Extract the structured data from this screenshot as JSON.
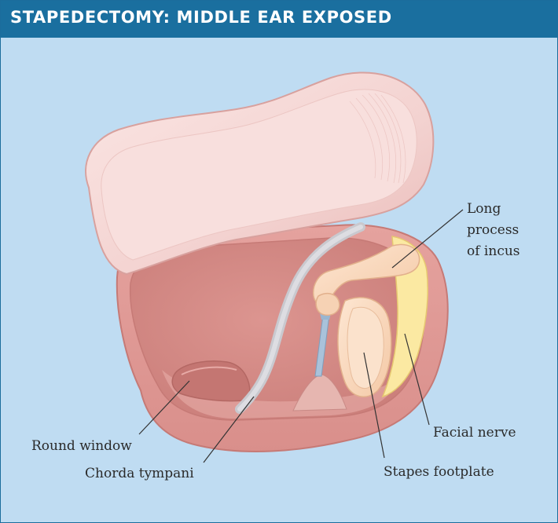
{
  "title": "STAPEDECTOMY: MIDDLE EAR EXPOSED",
  "labels": {
    "long_process_of_incus": [
      "Long",
      "process",
      "of incus"
    ],
    "facial_nerve": "Facial nerve",
    "round_window": "Round window",
    "chorda_tympani": "Chorda tympani",
    "stapes_footplate": "Stapes footplate"
  },
  "colors": {
    "title_bar": "#1a6f9f",
    "background": "#bfdcf2",
    "tissue": "#e9a8a4",
    "flap": "#f3d4d2",
    "ossicle": "#f9d9bf",
    "facial_nerve": "#fbe9a2",
    "chorda_tympani": "#d6d6da"
  }
}
